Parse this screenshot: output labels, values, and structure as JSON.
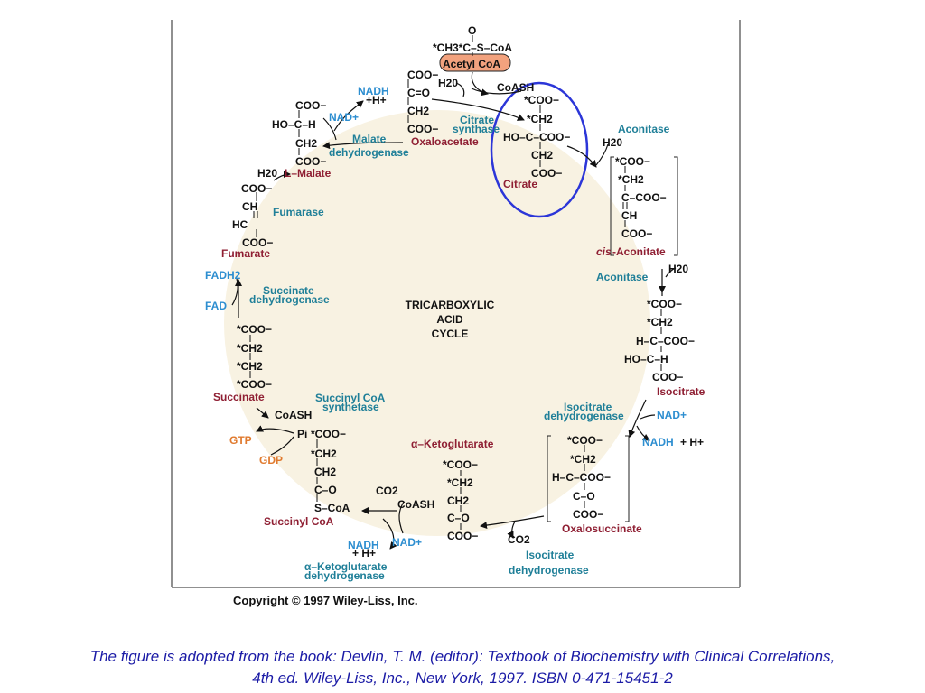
{
  "copyright": "Copyright © 1997 Wiley-Liss, Inc.",
  "center_title": [
    "TRICARBOXYLIC",
    "ACID",
    "CYCLE"
  ],
  "caption": [
    "The figure is adopted from the book: Devlin, T. M. (editor): Textbook of Biochemistry with Clinical Correlations,",
    "4th ed. Wiley-Liss, Inc., New York, 1997. ISBN 0-471-15451-2"
  ],
  "colors": {
    "background_fill": "#f8f2e2",
    "enzyme": "#1f7f98",
    "metabolite": "#8f1f33",
    "cofactor": "#2d8ed0",
    "gtp_gdp": "#e07a2e",
    "acetyl_coa_badge": "#f2a27e",
    "highlight_ellipse": "#2c36d8",
    "caption": "#1b1ba6"
  },
  "labels": [
    {
      "text": "O",
      "type": "chem"
    },
    {
      "text": "*CH3*C–S–CoA",
      "type": "chem"
    },
    {
      "text": "Acetyl CoA",
      "type": "chem"
    },
    {
      "text": "COO−",
      "type": "chem"
    },
    {
      "text": "C=O",
      "type": "chem"
    },
    {
      "text": "CH2",
      "type": "chem"
    },
    {
      "text": "COO−",
      "type": "chem"
    },
    {
      "text": "Oxaloacetate",
      "type": "met"
    },
    {
      "text": "H20",
      "type": "chem"
    },
    {
      "text": "CoASH",
      "type": "chem"
    },
    {
      "text": "*COO−",
      "type": "chem"
    },
    {
      "text": "*CH2",
      "type": "chem"
    },
    {
      "text": "HO–C–COO−",
      "type": "chem"
    },
    {
      "text": "CH2",
      "type": "chem"
    },
    {
      "text": "COO−",
      "type": "chem"
    },
    {
      "text": "Citrate",
      "type": "met"
    },
    {
      "text": "Citrate",
      "type": "enz"
    },
    {
      "text": "synthase",
      "type": "enz"
    },
    {
      "text": "NADH",
      "type": "cof"
    },
    {
      "text": "+H+",
      "type": "chem"
    },
    {
      "text": "NAD+",
      "type": "cof"
    },
    {
      "text": "COO−",
      "type": "chem"
    },
    {
      "text": "HO–C–H",
      "type": "chem"
    },
    {
      "text": "CH2",
      "type": "chem"
    },
    {
      "text": "COO−",
      "type": "chem"
    },
    {
      "text": "Malate",
      "type": "enz"
    },
    {
      "text": "dehydrogenase",
      "type": "enz"
    },
    {
      "text": "H20",
      "type": "chem"
    },
    {
      "text": "L–Malate",
      "type": "met"
    },
    {
      "text": "COO−",
      "type": "chem"
    },
    {
      "text": "CH",
      "type": "chem"
    },
    {
      "text": "HC",
      "type": "chem"
    },
    {
      "text": "COO−",
      "type": "chem"
    },
    {
      "text": "Fumarate",
      "type": "met"
    },
    {
      "text": "Fumarase",
      "type": "enz"
    },
    {
      "text": "FADH2",
      "type": "cof"
    },
    {
      "text": "FAD",
      "type": "cof"
    },
    {
      "text": "Succinate",
      "type": "enz"
    },
    {
      "text": "dehydrogenase",
      "type": "enz"
    },
    {
      "text": "*COO−",
      "type": "chem"
    },
    {
      "text": "*CH2",
      "type": "chem"
    },
    {
      "text": "*CH2",
      "type": "chem"
    },
    {
      "text": "*COO−",
      "type": "chem"
    },
    {
      "text": "Succinate",
      "type": "met"
    },
    {
      "text": "CoASH",
      "type": "chem"
    },
    {
      "text": "Succinyl CoA",
      "type": "enz"
    },
    {
      "text": "synthetase",
      "type": "enz"
    },
    {
      "text": "Pi",
      "type": "chem"
    },
    {
      "text": "*COO−",
      "type": "chem"
    },
    {
      "text": "*CH2",
      "type": "chem"
    },
    {
      "text": "CH2",
      "type": "chem"
    },
    {
      "text": "C–O",
      "type": "chem"
    },
    {
      "text": "S–CoA",
      "type": "chem"
    },
    {
      "text": "GTP",
      "type": "gtp"
    },
    {
      "text": "GDP",
      "type": "gtp"
    },
    {
      "text": "Succinyl CoA",
      "type": "met"
    },
    {
      "text": "CO2",
      "type": "chem"
    },
    {
      "text": "CoASH",
      "type": "chem"
    },
    {
      "text": "NADH",
      "type": "cof"
    },
    {
      "text": "+ H+",
      "type": "chem"
    },
    {
      "text": "NAD+",
      "type": "cof"
    },
    {
      "text": "α–Ketoglutarate",
      "type": "enz"
    },
    {
      "text": "dehydrogenase",
      "type": "enz"
    },
    {
      "text": "α–Ketoglutarate",
      "type": "met"
    },
    {
      "text": "*COO−",
      "type": "chem"
    },
    {
      "text": "*CH2",
      "type": "chem"
    },
    {
      "text": "CH2",
      "type": "chem"
    },
    {
      "text": "C–O",
      "type": "chem"
    },
    {
      "text": "COO−",
      "type": "chem"
    },
    {
      "text": "CO2",
      "type": "chem"
    },
    {
      "text": "Isocitrate",
      "type": "enz"
    },
    {
      "text": "dehydrogenase",
      "type": "enz"
    },
    {
      "text": "*COO−",
      "type": "chem"
    },
    {
      "text": "*CH2",
      "type": "chem"
    },
    {
      "text": "H–C–COO−",
      "type": "chem"
    },
    {
      "text": "C–O",
      "type": "chem"
    },
    {
      "text": "COO−",
      "type": "chem"
    },
    {
      "text": "Oxalosuccinate",
      "type": "met"
    },
    {
      "text": "Isocitrate",
      "type": "enz"
    },
    {
      "text": "dehydrogenase",
      "type": "enz"
    },
    {
      "text": "NAD+",
      "type": "cof"
    },
    {
      "text": "NADH",
      "type": "cof"
    },
    {
      "text": "+ H+",
      "type": "chem"
    },
    {
      "text": "*COO−",
      "type": "chem"
    },
    {
      "text": "*CH2",
      "type": "chem"
    },
    {
      "text": "H–C–COO−",
      "type": "chem"
    },
    {
      "text": "HO–C–H",
      "type": "chem"
    },
    {
      "text": "COO−",
      "type": "chem"
    },
    {
      "text": "Isocitrate",
      "type": "met"
    },
    {
      "text": "Aconitase",
      "type": "enz"
    },
    {
      "text": "H20",
      "type": "chem"
    },
    {
      "text": "*COO−",
      "type": "chem"
    },
    {
      "text": "*CH2",
      "type": "chem"
    },
    {
      "text": "C–COO−",
      "type": "chem"
    },
    {
      "text": "CH",
      "type": "chem"
    },
    {
      "text": "COO−",
      "type": "chem"
    },
    {
      "text": "cis",
      "type": "met"
    },
    {
      "text": "-Aconitate",
      "type": "met"
    },
    {
      "text": "Aconitase",
      "type": "enz"
    },
    {
      "text": "H20",
      "type": "chem"
    }
  ]
}
